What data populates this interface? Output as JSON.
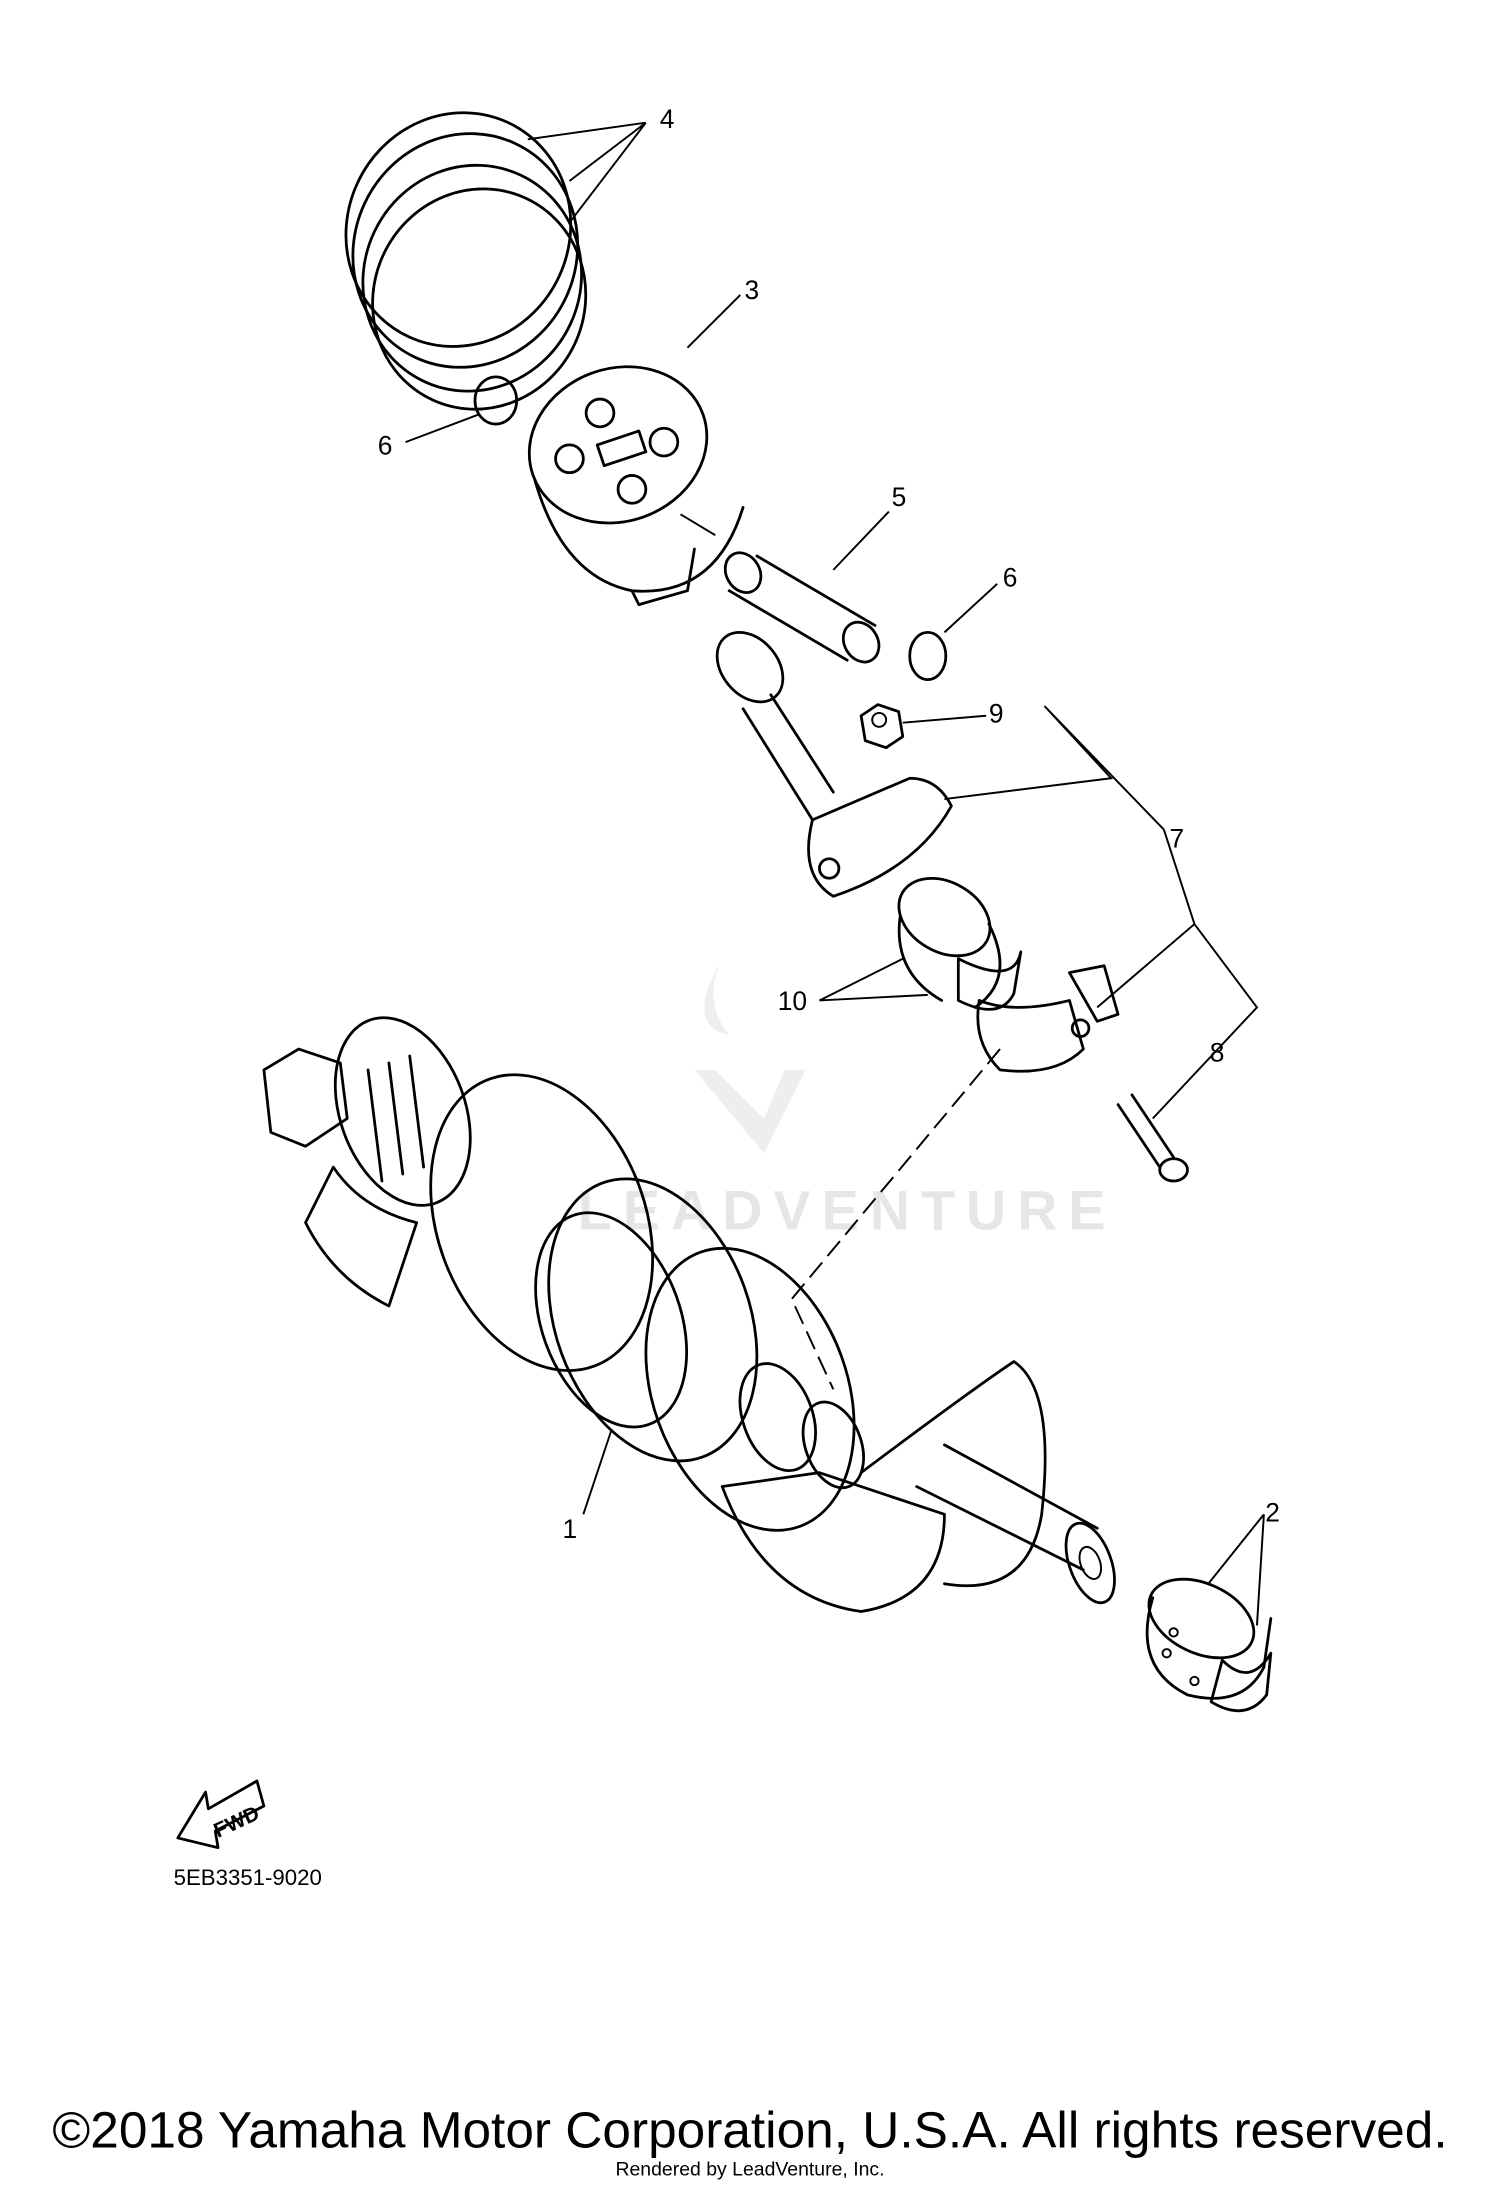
{
  "diagram": {
    "callouts": {
      "crankshaft": "1",
      "main_bearing": "2",
      "piston": "3",
      "piston_ring_set": "4",
      "piston_pin": "5",
      "clip_a": "6",
      "clip_b": "6",
      "connecting_rod": "7",
      "bolt": "8",
      "nut": "9",
      "rod_bearing": "10"
    },
    "fwd_label": "FWD",
    "part_number": "5EB3351-9020",
    "watermark": "LEADVENTURE"
  },
  "footer": {
    "copyright": "©2018 Yamaha Motor Corporation, U.S.A. All rights reserved.",
    "rendered_by": "Rendered by LeadVenture, Inc."
  }
}
